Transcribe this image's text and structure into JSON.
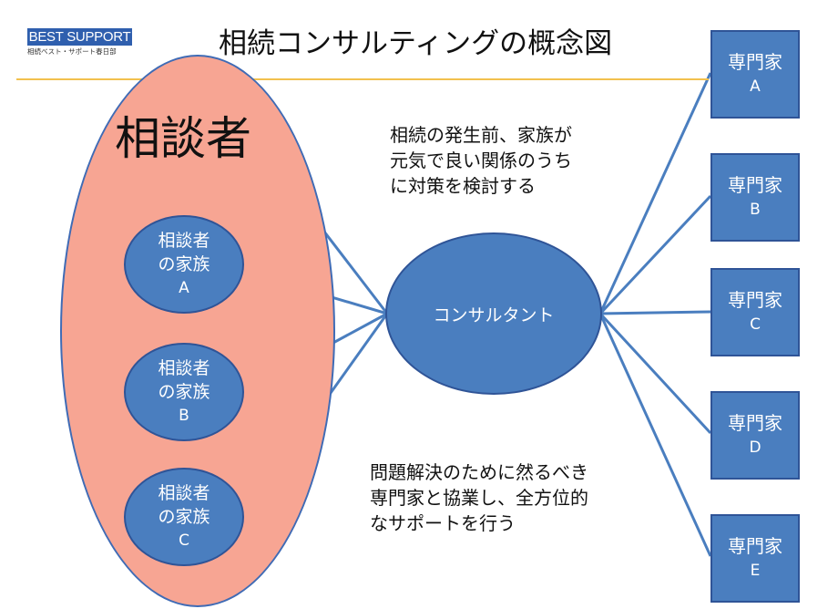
{
  "logo": {
    "brand": "BEST SUPPORT",
    "sub": "相続ベスト・サポート春日部"
  },
  "title": "相続コンサルティングの概念図",
  "client": {
    "label": "相談者"
  },
  "family": [
    {
      "line1": "相談者",
      "line2": "の家族",
      "line3": "A"
    },
    {
      "line1": "相談者",
      "line2": "の家族",
      "line3": "B"
    },
    {
      "line1": "相談者",
      "line2": "の家族",
      "line3": "C"
    }
  ],
  "consultant": {
    "label": "コンサルタント"
  },
  "experts": [
    {
      "line1": "専門家",
      "line2": "A"
    },
    {
      "line1": "専門家",
      "line2": "B"
    },
    {
      "line1": "専門家",
      "line2": "C"
    },
    {
      "line1": "専門家",
      "line2": "D"
    },
    {
      "line1": "専門家",
      "line2": "E"
    }
  ],
  "notes": {
    "top": [
      "相続の発生前、家族が",
      "元気で良い関係のうち",
      "に対策を検討する"
    ],
    "bottom": [
      "問題解決のために然るべき",
      "専門家と協業し、全方位的",
      "なサポートを行う"
    ]
  },
  "colors": {
    "node_fill": "#4a7ebf",
    "client_fill": "#f7a593",
    "connector": "#4a7ebf",
    "rule": "#f2c14e"
  }
}
